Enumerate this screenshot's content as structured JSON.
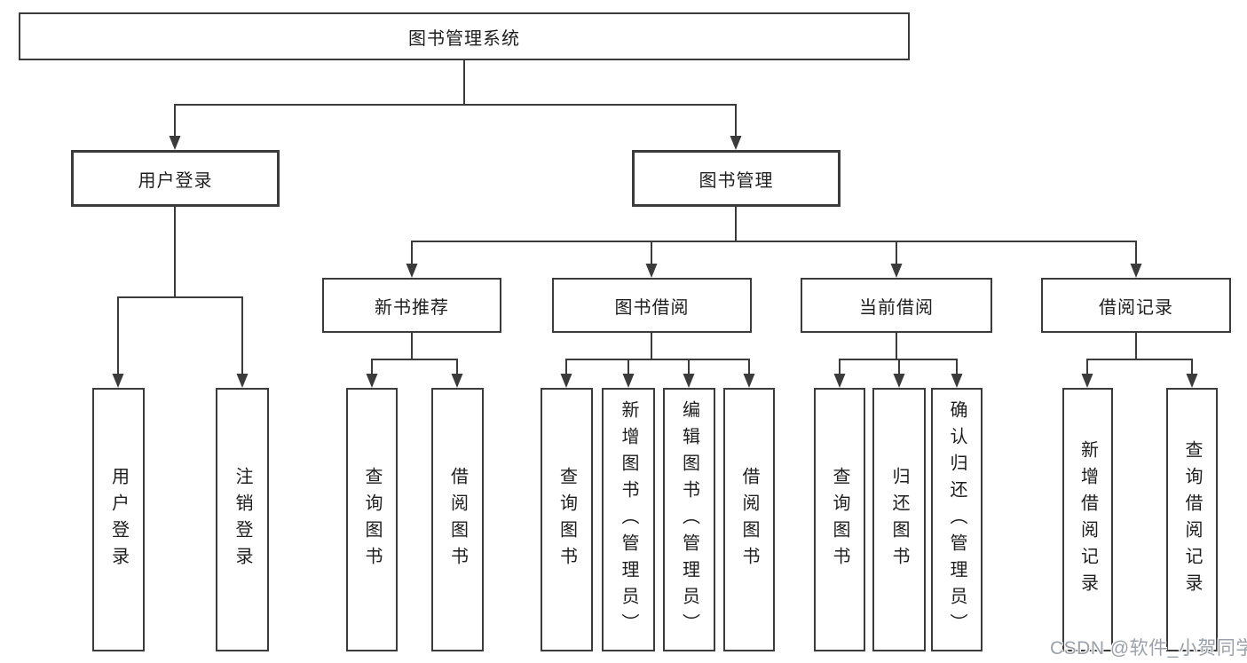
{
  "diagram_title": "图书管理系统",
  "tree": {
    "label": "图书管理系统",
    "children": [
      {
        "label": "用户登录",
        "children": [
          {
            "label": "用户登录"
          },
          {
            "label": "注销登录"
          }
        ]
      },
      {
        "label": "图书管理",
        "children": [
          {
            "label": "新书推荐",
            "children": [
              {
                "label": "查询图书"
              },
              {
                "label": "借阅图书"
              }
            ]
          },
          {
            "label": "图书借阅",
            "children": [
              {
                "label": "查询图书"
              },
              {
                "label": "新增图书（管理员）"
              },
              {
                "label": "编辑图书（管理员）"
              },
              {
                "label": "借阅图书"
              }
            ]
          },
          {
            "label": "当前借阅",
            "children": [
              {
                "label": "查询图书"
              },
              {
                "label": "归还图书"
              },
              {
                "label": "确认归还（管理员）"
              }
            ]
          },
          {
            "label": "借阅记录",
            "children": [
              {
                "label": "新增借阅记录"
              },
              {
                "label": "查询借阅记录"
              }
            ]
          }
        ]
      }
    ]
  },
  "watermark": {
    "text": "CSDN @软件_小贺同学"
  },
  "colors": {
    "line": "#3b3b3b",
    "box_border": "#3b3b3b",
    "text": "#1e1e1e",
    "watermark": "#9aa1aa",
    "background": "#ffffff"
  }
}
